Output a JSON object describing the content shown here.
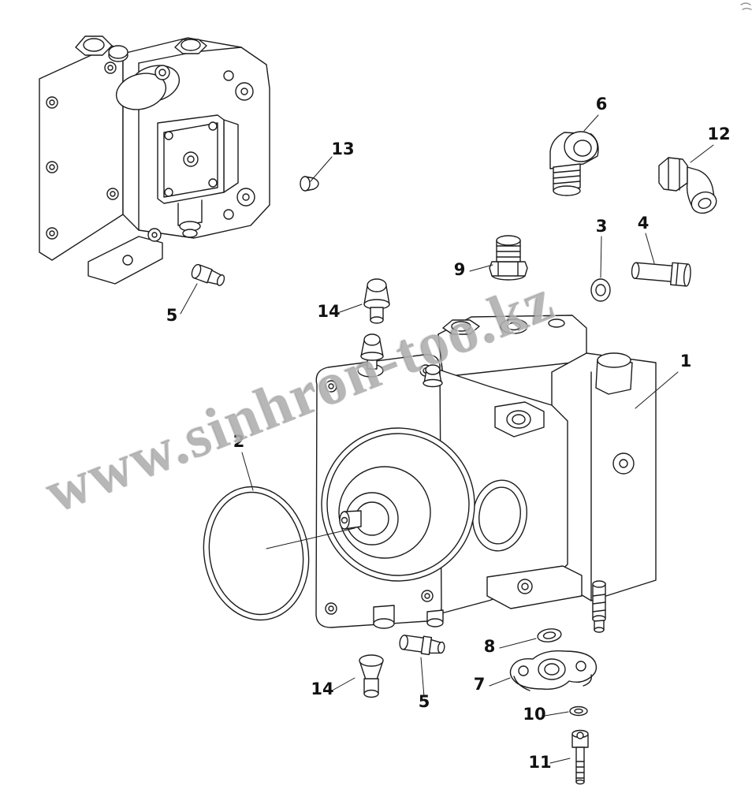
{
  "page": {
    "type": "exploded-parts-diagram",
    "background": "#ffffff",
    "line_color": "#1c1c1c"
  },
  "watermark": {
    "text": "www.sinhron-too.kz",
    "color": "#8a8a8a"
  },
  "callouts": [
    {
      "label": "13"
    },
    {
      "label": "5"
    },
    {
      "label": "6"
    },
    {
      "label": "12"
    },
    {
      "label": "9"
    },
    {
      "label": "3"
    },
    {
      "label": "4"
    },
    {
      "label": "14"
    },
    {
      "label": "2"
    },
    {
      "label": "1"
    },
    {
      "label": "8"
    },
    {
      "label": "7"
    },
    {
      "label": "10"
    },
    {
      "label": "5"
    },
    {
      "label": "14"
    },
    {
      "label": "11"
    }
  ]
}
